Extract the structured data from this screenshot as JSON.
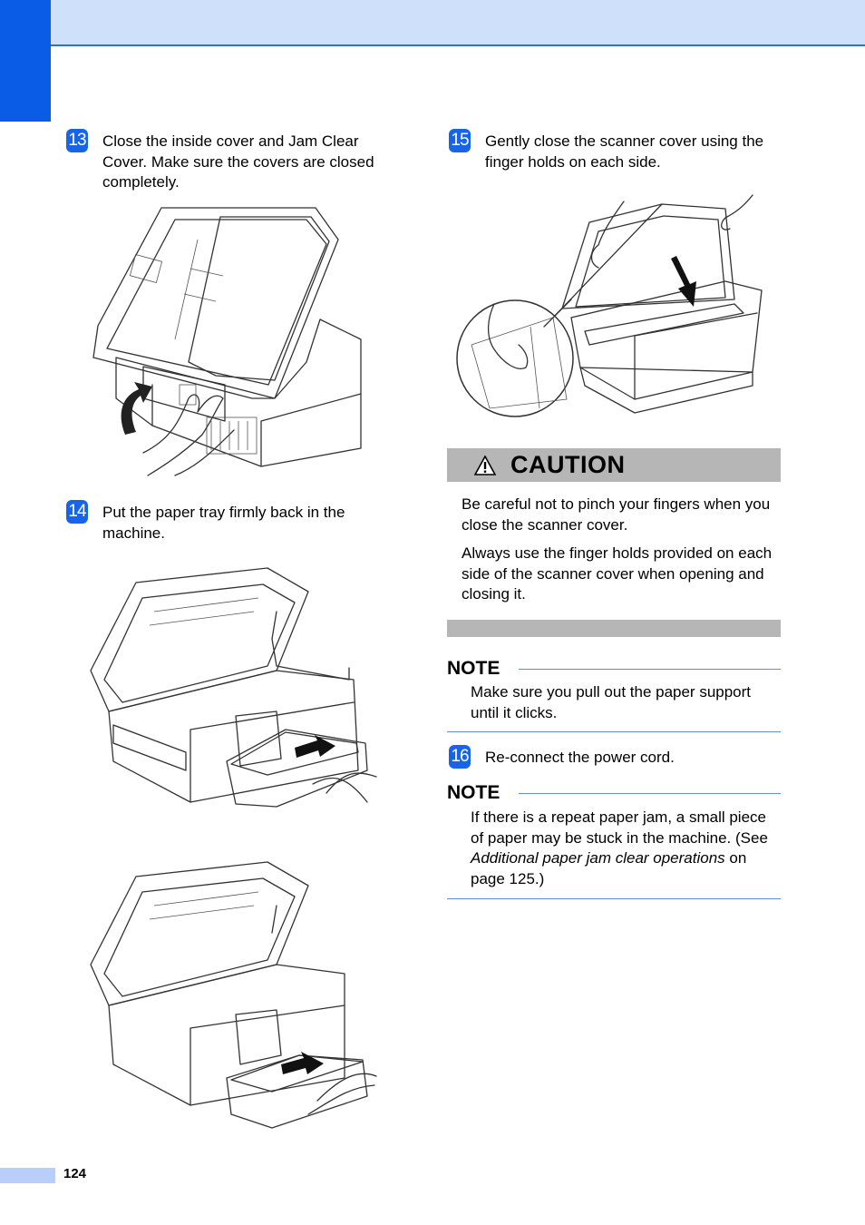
{
  "page_number": "124",
  "steps": [
    {
      "num": "13",
      "text": "Close the inside cover and Jam Clear Cover. Make sure the covers are closed completely."
    },
    {
      "num": "14",
      "text": "Put the paper tray firmly back in the machine."
    },
    {
      "num": "15",
      "text": "Gently close the scanner cover using the finger holds on each side."
    },
    {
      "num": "16",
      "text": "Re-connect the power cord."
    }
  ],
  "caution": {
    "title": "CAUTION",
    "paragraphs": [
      "Be careful not to pinch your fingers when you close the scanner cover.",
      "Always use the finger holds provided on each side of the scanner cover when opening and closing it."
    ]
  },
  "notes": [
    {
      "title": "NOTE",
      "text": "Make sure you pull out the paper support until it clicks."
    },
    {
      "title": "NOTE",
      "text_before": "If there is a repeat paper jam, a small piece of paper may be stuck in the machine. (See ",
      "link": "Additional paper jam clear operations",
      "text_after": " on page 125.)"
    }
  ],
  "icons": [
    "warning-triangle-icon",
    "step-number-icon"
  ],
  "colors": {
    "accent_blue": "#0a5ce6",
    "header_band": "#cfe0fb",
    "caution_gray": "#b6b6b6",
    "rule_blue": "#5b8de0"
  }
}
